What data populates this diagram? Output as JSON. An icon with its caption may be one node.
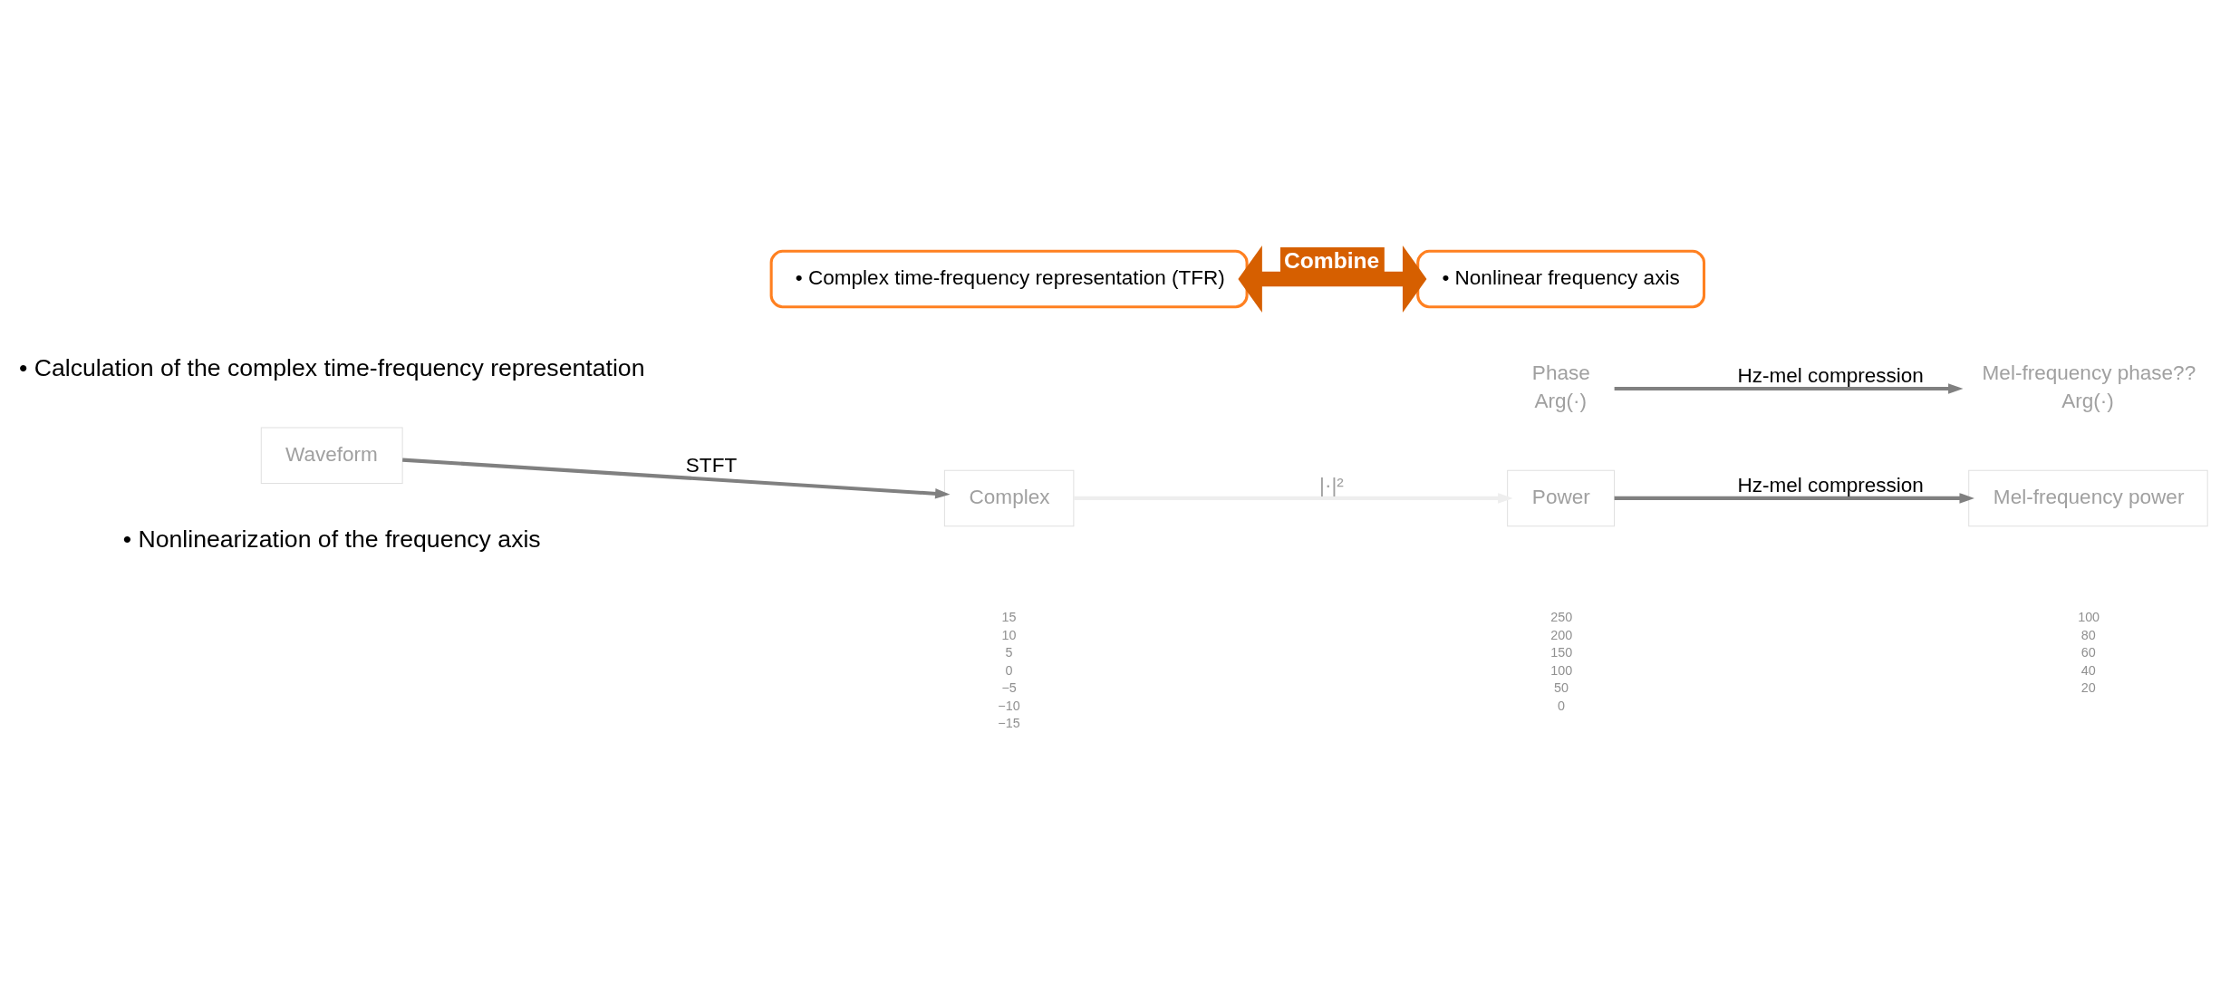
{
  "diagram": {
    "nodes": [
      {
        "text": [
          "Waveform"
        ]
      },
      {
        "text": [
          "Complex"
        ],
        "beside": [
          "15",
          "10",
          "5",
          "0",
          "−5",
          "−10",
          "−15"
        ]
      },
      {
        "text": [
          "Power"
        ],
        "beside": [
          "250",
          "200",
          "150",
          "100",
          "50",
          "0"
        ]
      },
      {
        "text": [
          "Mel-frequency power"
        ],
        "beside": [
          "100",
          "80",
          "60",
          "40",
          "20"
        ]
      },
      {
        "text": [
          "Phase",
          "Arg(·)"
        ]
      },
      {
        "text": [
          "Mel-frequency phase??",
          "Arg(·)"
        ]
      },
      {
        "text": [
          "• Complex time-frequency representation (TFR)"
        ]
      },
      {
        "text": [
          "• Nonlinear frequency axis"
        ]
      }
    ],
    "edges": [
      {
        "from": 0,
        "to": 1,
        "arrow": "to",
        "label": "STFT"
      },
      {
        "from": 1,
        "to": 2,
        "arrow": "to",
        "label": "|·|²",
        "color": "#eeeeee"
      },
      {
        "from": 2,
        "to": 3,
        "arrow": "to",
        "label": "Hz-mel compression"
      },
      {
        "from": 4,
        "to": 5,
        "arrow": "to",
        "label": "Hz-mel compression"
      },
      {
        "from": 6,
        "to": 7,
        "arrow": "both",
        "label": "Combine",
        "style": "thick",
        "color": "#d65f00"
      }
    ],
    "labels": [
      "• Calculation of the complex time-frequency representation",
      "• Nonlinearization of the frequency axis"
    ]
  }
}
